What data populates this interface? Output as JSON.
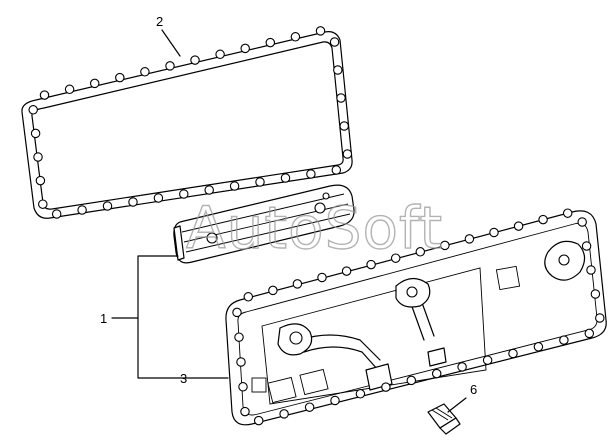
{
  "diagram": {
    "callouts": [
      {
        "id": "c1",
        "label": "1"
      },
      {
        "id": "c2",
        "label": "2"
      },
      {
        "id": "c3",
        "label": "3"
      },
      {
        "id": "c6",
        "label": "6"
      }
    ],
    "watermark": "AutoSoft"
  },
  "colors": {
    "line": "#000000",
    "background": "#ffffff",
    "watermark": "#9a9a9a"
  }
}
